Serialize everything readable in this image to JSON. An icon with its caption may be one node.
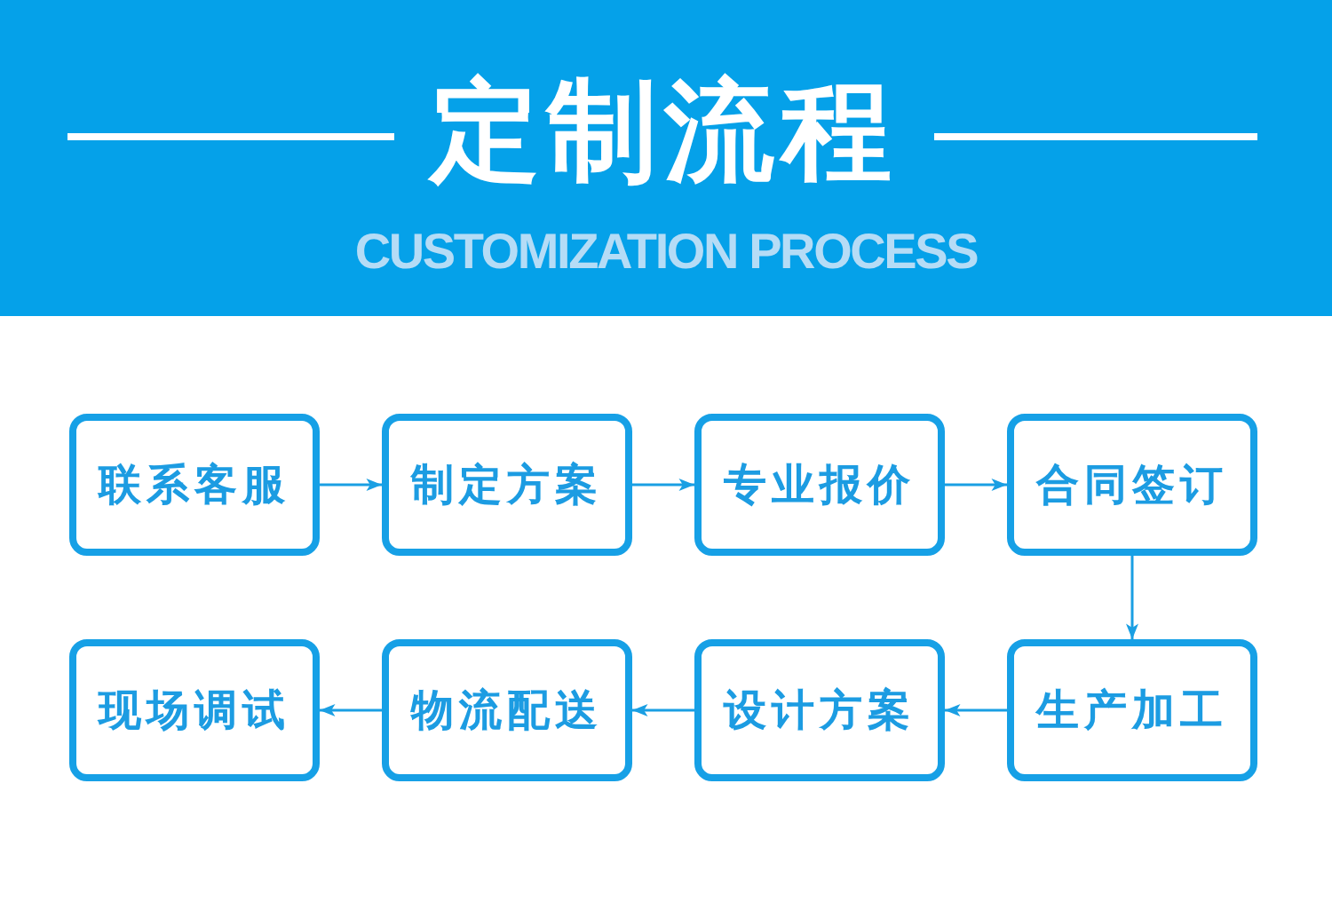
{
  "diagram": {
    "title": "定制流程",
    "nodes": [
      {
        "text": [
          "联系客服"
        ]
      },
      {
        "text": [
          "制定方案"
        ]
      },
      {
        "text": [
          "专业报价"
        ]
      },
      {
        "text": [
          "合同签订"
        ]
      },
      {
        "text": [
          "现场调试"
        ]
      },
      {
        "text": [
          "物流配送"
        ]
      },
      {
        "text": [
          "设计方案"
        ]
      },
      {
        "text": [
          "生产加工"
        ]
      }
    ],
    "edges": [
      {
        "from": 0,
        "to": 1,
        "arrow": "to"
      },
      {
        "from": 1,
        "to": 2,
        "arrow": "to"
      },
      {
        "from": 2,
        "to": 3,
        "arrow": "to"
      },
      {
        "from": 3,
        "to": 7,
        "arrow": "to"
      },
      {
        "from": 7,
        "to": 6,
        "arrow": "to"
      },
      {
        "from": 6,
        "to": 5,
        "arrow": "to"
      },
      {
        "from": 5,
        "to": 4,
        "arrow": "to"
      }
    ],
    "labels": [
      "CUSTOMIZATION PROCESS"
    ]
  }
}
